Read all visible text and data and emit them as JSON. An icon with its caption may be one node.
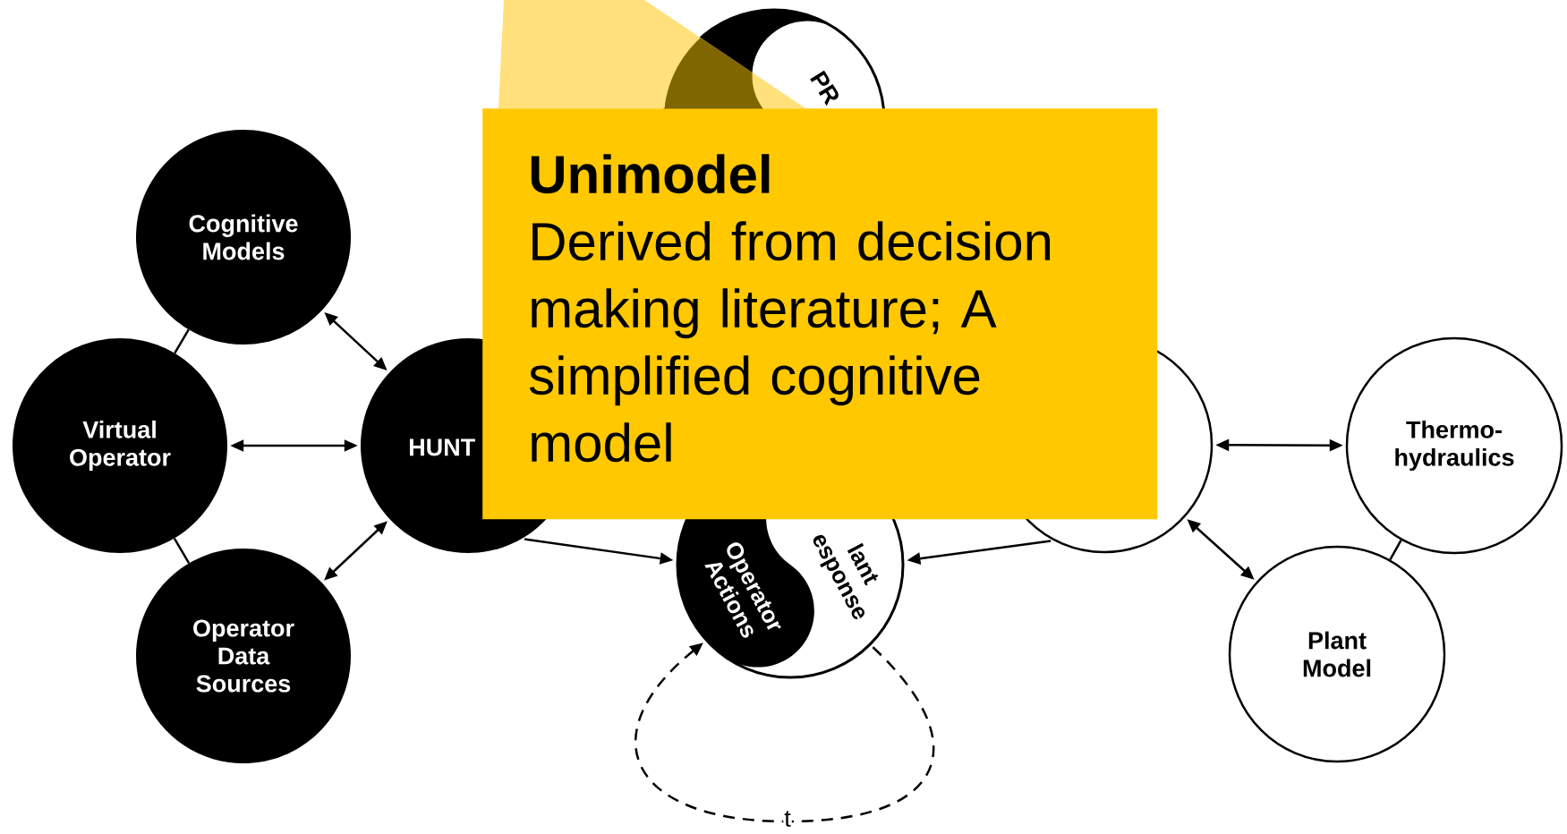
{
  "diagram": {
    "nodes": [
      {
        "text": [
          "Cognitive Models"
        ]
      },
      {
        "text": [
          "Virtual Operator"
        ]
      },
      {
        "text": [
          "Operator Data Sources"
        ]
      },
      {
        "text": [
          "HUNT"
        ]
      },
      {
        "text": [
          "PR"
        ]
      },
      {
        "text": [
          "Operator Actions",
          "lant esponse"
        ]
      },
      {
        "text": [],
        "shape": "circle"
      },
      {
        "text": [
          "Thermo-hydraulics"
        ]
      },
      {
        "text": [
          "Plant Model"
        ]
      },
      {
        "text": [
          "Unimodel",
          "Derived from decision making literature; A simplified cognitive model"
        ]
      }
    ],
    "edges": [
      {
        "from": 0,
        "to": 1,
        "arrow": "none"
      },
      {
        "from": 1,
        "to": 2,
        "arrow": "none"
      },
      {
        "from": 0,
        "to": 3,
        "arrow": "both"
      },
      {
        "from": 1,
        "to": 3,
        "arrow": "both"
      },
      {
        "from": 2,
        "to": 3,
        "arrow": "both"
      },
      {
        "from": 3,
        "to": 5,
        "arrow": "to"
      },
      {
        "from": 6,
        "to": 5,
        "arrow": "to"
      },
      {
        "from": 6,
        "to": 7,
        "arrow": "both"
      },
      {
        "from": 6,
        "to": 8,
        "arrow": "both"
      },
      {
        "from": 7,
        "to": 8,
        "arrow": "none"
      },
      {
        "from": 5,
        "to": 5,
        "arrow": "to",
        "style": "dashed",
        "label": "t"
      }
    ]
  }
}
